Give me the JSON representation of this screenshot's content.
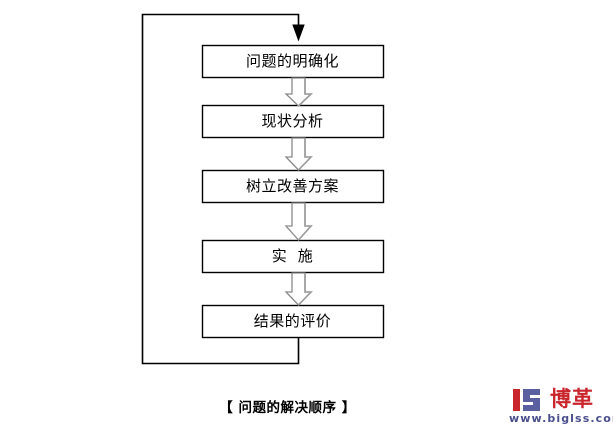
{
  "diagram": {
    "caption": "【 问题的解决顺序 】",
    "orientation": "top-to-bottom",
    "feedback_loop": "from 结果的评价 back to 问题的明确化",
    "nodes": [
      {
        "id": "n1",
        "label": "问题的明确化",
        "shape": "rectangle"
      },
      {
        "id": "n2",
        "label": "现状分析",
        "shape": "rectangle"
      },
      {
        "id": "n3",
        "label": "树立改善方案",
        "shape": "rectangle"
      },
      {
        "id": "n4",
        "label": "实  施",
        "shape": "rectangle"
      },
      {
        "id": "n5",
        "label": "结果的评价",
        "shape": "rectangle"
      }
    ],
    "connectors": [
      {
        "from": "n1",
        "to": "n2",
        "type": "block-arrow-down"
      },
      {
        "from": "n2",
        "to": "n3",
        "type": "block-arrow-down"
      },
      {
        "from": "n3",
        "to": "n4",
        "type": "block-arrow-down"
      },
      {
        "from": "n4",
        "to": "n5",
        "type": "block-arrow-down"
      },
      {
        "from": "n5",
        "to": "n1",
        "type": "feedback-line-arrow"
      }
    ],
    "colors": {
      "box_stroke": "#000000",
      "box_fill": "#ffffff",
      "arrow_stroke": "#8a8a8a",
      "arrow_fill": "#ffffff",
      "line_stroke": "#000000",
      "text": "#000000"
    }
  },
  "logo": {
    "mark": "biglss-logo-icon",
    "brand": "博革",
    "url": "www.biglss.com",
    "brand_color": "#c9252c",
    "url_color": "#4a4f8c",
    "mark_primary_color": "#c9252c",
    "mark_secondary_color": "#5a5fa0"
  }
}
